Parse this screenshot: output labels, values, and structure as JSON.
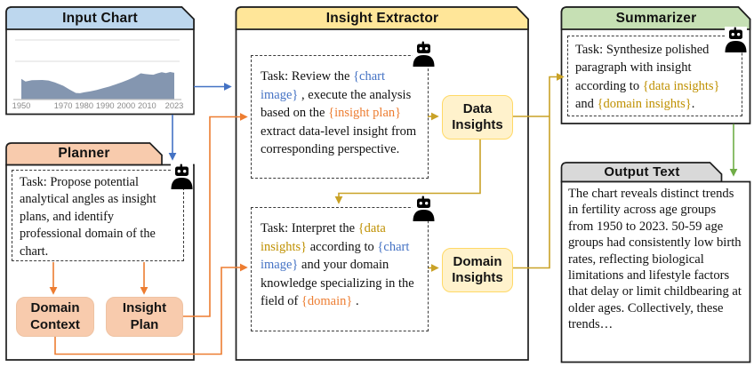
{
  "palette": {
    "border": "#1f1f1f",
    "blue": "#4472C4",
    "orange": "#ED7D31",
    "gold": "#C9A227",
    "gold_text": "#BF9000",
    "green": "#70AD47",
    "header_blue": "#BDD7EE",
    "header_peach": "#F8CBAD",
    "header_yellow": "#FFE699",
    "header_green": "#C6E0B4",
    "header_gray": "#D9D9D9",
    "chip_peach": "#F8CBAD",
    "chip_yellow": "#FFF2CC",
    "chart_fill": "#8496B0"
  },
  "input_chart": {
    "title": "Input Chart"
  },
  "planner": {
    "title": "Planner",
    "task": "Task: Propose potential analytical angles as insight plans, and identify professional domain of the chart.",
    "domain_context_label": "Domain Context",
    "insight_plan_label": "Insight Plan"
  },
  "insight_extractor": {
    "title": "Insight Extractor",
    "task1": [
      {
        "t": "Task: Review the ",
        "c": "ink"
      },
      {
        "t": "{chart image}",
        "c": "blue"
      },
      {
        "t": " , execute the analysis based on the ",
        "c": "ink"
      },
      {
        "t": "{insight plan}",
        "c": "orange"
      },
      {
        "t": " extract data-level insight from corresponding perspective.",
        "c": "ink"
      }
    ],
    "task2": [
      {
        "t": "Task: Interpret the ",
        "c": "ink"
      },
      {
        "t": "{data insights}",
        "c": "gold"
      },
      {
        "t": " according to ",
        "c": "ink"
      },
      {
        "t": "{chart image}",
        "c": "blue"
      },
      {
        "t": "  and your domain knowledge specializing in the field of ",
        "c": "ink"
      },
      {
        "t": "{domain}",
        "c": "orange"
      },
      {
        "t": " .",
        "c": "ink"
      }
    ],
    "data_insights_label": "Data Insights",
    "domain_insights_label": "Domain Insights"
  },
  "summarizer": {
    "title": "Summarizer",
    "task": [
      {
        "t": "Task: Synthesize polished paragraph with insight according to ",
        "c": "ink"
      },
      {
        "t": "{data insights}",
        "c": "gold"
      },
      {
        "t": " and ",
        "c": "ink"
      },
      {
        "t": "{domain insights}",
        "c": "gold"
      },
      {
        "t": ".",
        "c": "ink"
      }
    ]
  },
  "output_text": {
    "title": "Output Text",
    "body": "The chart reveals distinct trends in fertility across age groups from 1950 to 2023. 50-59 age groups had consistently low birth rates, reflecting biological limitations and lifestyle factors that delay or limit childbearing at older ages. Collectively, these trends…"
  },
  "chart_data": {
    "type": "area",
    "title": "",
    "xlabel": "",
    "ylabel": "",
    "x_tick_labels": [
      "1950",
      "1970",
      "1980",
      "1990",
      "2000",
      "2010",
      "2023"
    ],
    "x": [
      1950,
      1952,
      1955,
      1960,
      1963,
      1966,
      1970,
      1973,
      1976,
      1978,
      1980,
      1983,
      1986,
      1989,
      1992,
      1995,
      1998,
      2001,
      2004,
      2007,
      2009,
      2011,
      2013,
      2015,
      2017,
      2019,
      2021,
      2023
    ],
    "values_relative": [
      0.75,
      0.65,
      0.7,
      0.71,
      0.69,
      0.62,
      0.5,
      0.36,
      0.24,
      0.23,
      0.26,
      0.3,
      0.35,
      0.41,
      0.47,
      0.55,
      0.63,
      0.72,
      0.82,
      0.95,
      0.93,
      0.91,
      0.9,
      0.95,
      0.99,
      0.96,
      1.0,
      0.97
    ],
    "xlim": [
      1950,
      2023
    ],
    "grid": true,
    "legend": false
  }
}
